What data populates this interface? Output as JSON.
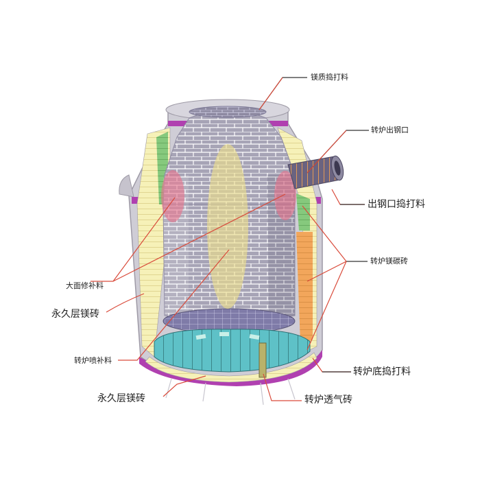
{
  "labels": {
    "magnesia_ramming": "镁质捣打料",
    "tap_hole": "转炉出钢口",
    "tap_hole_ramming": "出钢口捣打料",
    "mgo_c_brick": "转炉镁碳砖",
    "large_repair": "大面修补料",
    "permanent_upper": "永久层镁砖",
    "gunning": "转炉喷补料",
    "bottom_ramming": "转炉底捣打料",
    "permanent_lower": "永久层镁砖",
    "porous_plug": "转炉透气砖"
  },
  "colors": {
    "leader": "#d94a3a",
    "leader_dark": "#333333",
    "shell": "#c9c7cf",
    "shell_edge": "#9e9aa6",
    "rim": "#b040b0",
    "lining_inner": "#f6f1b8",
    "lining_orange": "#f3a35a",
    "lining_green": "#7cc27a",
    "bricks": "#a9a6b8",
    "bricks_line": "#ffffff",
    "bottom": "#5ec1c7",
    "red_zone": "#e8728a",
    "yellow_zone": "#efe08a"
  }
}
